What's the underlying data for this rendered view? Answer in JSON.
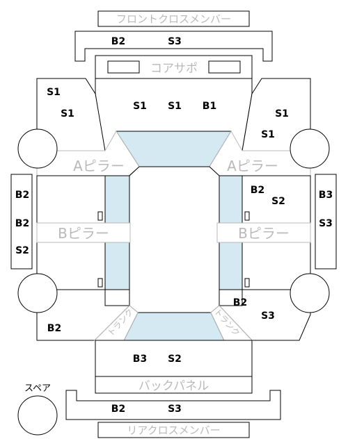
{
  "labels": {
    "front_cross_member": "フロントクロスメンバー",
    "core_support": "コアサポ",
    "a_pillar_left": "Aピラー",
    "a_pillar_right": "Aピラー",
    "b_pillar_left": "Bピラー",
    "b_pillar_right": "Bピラー",
    "trunk_left": "トランク",
    "trunk_right": "トランク",
    "back_panel": "バックパネル",
    "spare": "スペア",
    "rear_cross_member": "リアクロスメンバー"
  },
  "grades": {
    "front_cross_member": [
      "B2",
      "S3"
    ],
    "front_left_top": "S1",
    "front_left_bottom": "S1",
    "front_center": [
      "S1",
      "S1",
      "B1"
    ],
    "front_right_top": "S1",
    "front_right_bottom": "S1",
    "side_left": [
      "B2",
      "B2",
      "S2"
    ],
    "side_right": [
      "B3",
      "S3"
    ],
    "mid_right": [
      "B2",
      "S2"
    ],
    "rear_right": [
      "B2",
      "S3"
    ],
    "rear_left": "B2",
    "rear_center": [
      "B3",
      "S2"
    ],
    "rear_cross_member": [
      "B2",
      "S3"
    ]
  },
  "colors": {
    "glass": "#d4e9f1",
    "line": "#000000",
    "label_gray": "#b9b9b9"
  }
}
